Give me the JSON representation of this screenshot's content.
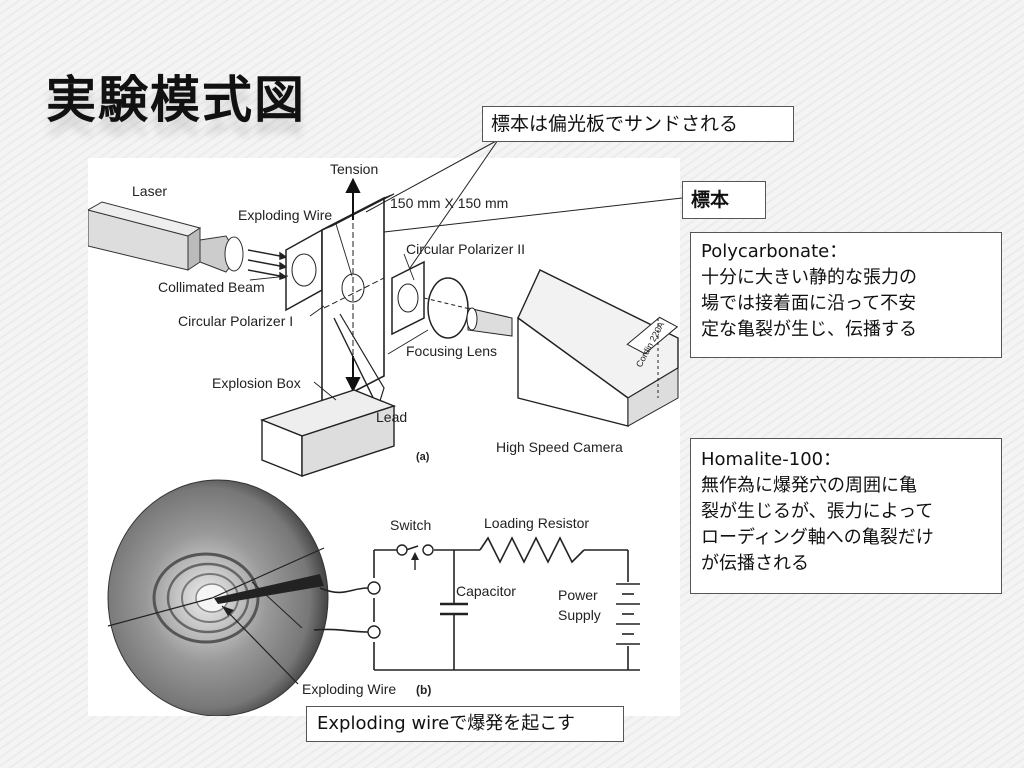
{
  "slide": {
    "title": "実験模式図"
  },
  "figure": {
    "labels": {
      "tension": "Tension",
      "laser": "Laser",
      "exploding_wire": "Exploding Wire",
      "size": "150 mm X 150 mm",
      "circular_polarizer_2": "Circular Polarizer II",
      "collimated_beam": "Collimated Beam",
      "circular_polarizer_1": "Circular Polarizer I",
      "focusing_lens": "Focusing Lens",
      "explosion_box": "Explosion Box",
      "lead": "Lead",
      "high_speed_camera": "High Speed Camera",
      "camera_brand": "Cordin 220A",
      "panel_a": "(a)",
      "switch": "Switch",
      "loading_resistor": "Loading Resistor",
      "capacitor": "Capacitor",
      "power": "Power",
      "supply": "Supply",
      "exploding_wire_b": "Exploding Wire",
      "panel_b": "(b)"
    }
  },
  "callouts": {
    "specimen_sandwich": "標本は偏光板でサンドされる",
    "specimen": "標本",
    "polycarbonate_title": "Polycarbonate：",
    "polycarbonate_body": "十分に大きい静的な張力の\n場では接着面に沿って不安\n定な亀裂が生じ、伝播する",
    "homalite_title": "Homalite-100：",
    "homalite_body": "無作為に爆発穴の周囲に亀\n裂が生じるが、張力によって\nローディング軸への亀裂だけ\nが伝播される",
    "exploding_caption": "Exploding wireで爆発を起こす"
  }
}
